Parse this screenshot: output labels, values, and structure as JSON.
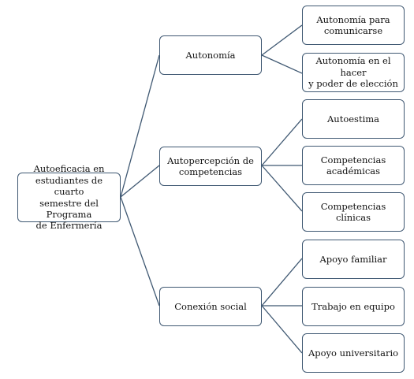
{
  "diagram": {
    "root": {
      "label": "Autoeficacia en\nestudiantes de cuarto\nsemestre del Programa\nde Enfermería"
    },
    "branches": [
      {
        "label": "Autonomía",
        "children": [
          {
            "label": "Autonomía para\ncomunicarse"
          },
          {
            "label": "Autonomía en el hacer\ny poder de elección"
          }
        ]
      },
      {
        "label": "Autopercepción de\ncompetencias",
        "children": [
          {
            "label": "Autoestima"
          },
          {
            "label": "Competencias\nacadémicas"
          },
          {
            "label": "Competencias clínicas"
          }
        ]
      },
      {
        "label": "Conexión social",
        "children": [
          {
            "label": "Apoyo familiar"
          },
          {
            "label": "Trabajo en equipo"
          },
          {
            "label": "Apoyo universitario"
          }
        ]
      }
    ],
    "colors": {
      "border": "#3f5872",
      "connector": "#3f5872",
      "text": "#111111"
    }
  }
}
